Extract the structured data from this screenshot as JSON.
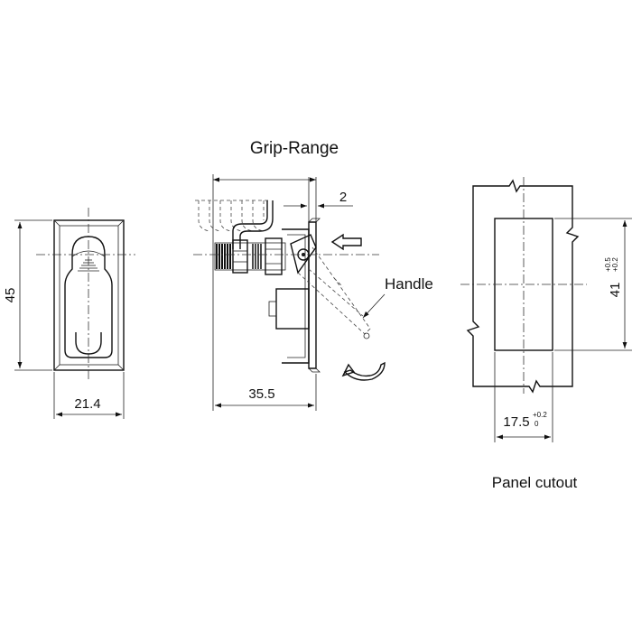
{
  "labels": {
    "grip_range": "Grip-Range",
    "handle": "Handle",
    "panel_cutout": "Panel cutout"
  },
  "dimensions": {
    "height": "45",
    "width": "21.4",
    "depth": "35.5",
    "offset": "2",
    "cutout_height": "41",
    "cutout_height_tol_upper": "+0.5",
    "cutout_height_tol_lower": "+0.2",
    "cutout_width": "17.5",
    "cutout_width_tol_upper": "+0.2",
    "cutout_width_tol_lower": "0"
  },
  "icons": {
    "push_arrow": "arrow-left-icon",
    "rotate_arrow": "rotate-arrow-icon"
  }
}
